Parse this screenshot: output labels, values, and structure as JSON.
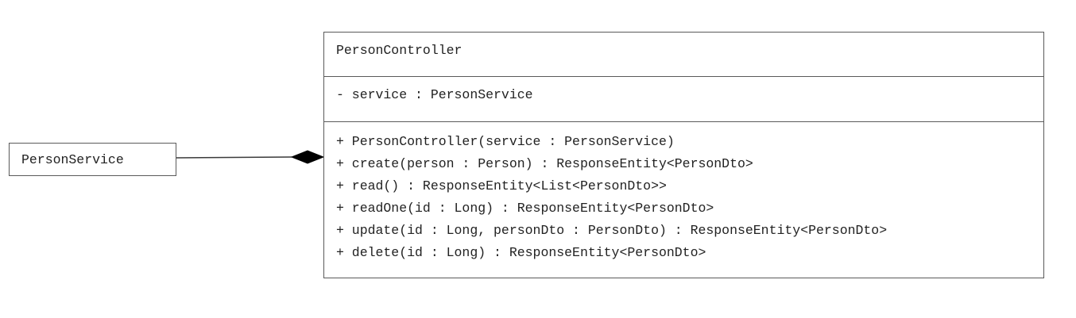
{
  "person_service": {
    "name": "PersonService"
  },
  "person_controller": {
    "name": "PersonController",
    "attributes": [
      "- service : PersonService"
    ],
    "operations": [
      "+ PersonController(service : PersonService)",
      "+ create(person : Person) : ResponseEntity<PersonDto>",
      "+ read() : ResponseEntity<List<PersonDto>>",
      "+ readOne(id : Long) : ResponseEntity<PersonDto>",
      "+ update(id : Long, personDto : PersonDto) : ResponseEntity<PersonDto>",
      "+ delete(id : Long) : ResponseEntity<PersonDto>"
    ]
  },
  "relationship": {
    "type": "composition",
    "from": "PersonController",
    "to": "PersonService"
  },
  "colors": {
    "border": "#5a5a5a",
    "text": "#222222",
    "diamond": "#000000"
  }
}
